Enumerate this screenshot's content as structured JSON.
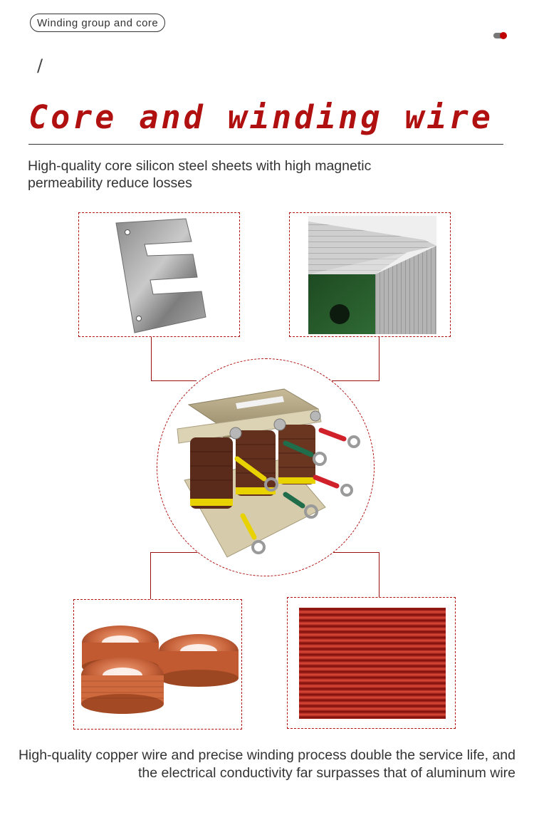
{
  "header": {
    "tag_label": "Winding group and core",
    "slash": "/",
    "title": "Core and winding wire"
  },
  "intro": {
    "description": "High-quality core silicon steel sheets with high magnetic permeability reduce losses"
  },
  "footer": {
    "description": "High-quality copper wire and precise winding process double the service life, and the electrical conductivity far surpasses that of aluminum wire"
  },
  "colors": {
    "accent": "#b01010",
    "text": "#333333",
    "indicator_gray": "#777777",
    "indicator_red": "#c00000"
  },
  "images": {
    "top_left": "e-shaped-silicon-steel-sheet",
    "top_right": "stacked-steel-lamination-core",
    "center": "three-phase-reactor",
    "bottom_left": "copper-wire-coils",
    "bottom_right": "red-enamelled-copper-wire"
  }
}
